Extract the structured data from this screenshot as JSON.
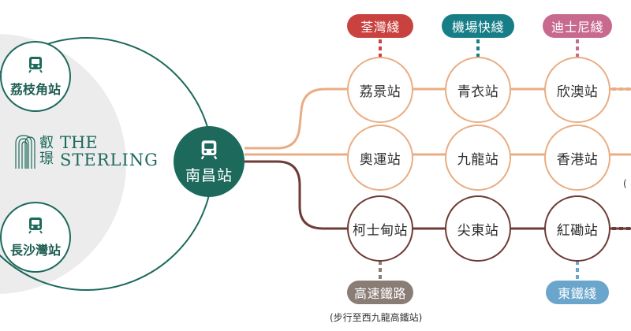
{
  "colors": {
    "green": "#1d6a5c",
    "tsuen_wan_line": "#c9423f",
    "airport_express": "#177e87",
    "disney_line": "#c76a8e",
    "tuen_ma_line": "#6e3b36",
    "east_rail_line": "#6aa6cc",
    "high_speed_rail": "#8a7d76",
    "tung_chung_line": "#e9ad83"
  },
  "icons": {
    "train": "train-icon"
  },
  "development": {
    "cn_line1": "叡",
    "cn_line2": "璟",
    "en_line1": "THE",
    "en_line2": "STERLING"
  },
  "nearby_stations": {
    "top": "荔枝角站",
    "bottom": "長沙灣站"
  },
  "hub_station": "南昌站",
  "rows": [
    {
      "line": "tung_chung",
      "stations": [
        "荔景站",
        "青衣站",
        "欣澳站"
      ]
    },
    {
      "line": "tung_chung",
      "stations": [
        "奧運站",
        "九龍站",
        "香港站"
      ]
    },
    {
      "line": "tuen_ma",
      "stations": [
        "柯士甸站",
        "尖東站",
        "紅磡站"
      ]
    }
  ],
  "interchange_lines": {
    "tsuen_wan": "荃灣綫",
    "airport_express": "機場快綫",
    "disney": "迪士尼綫",
    "high_speed_rail": "高速鐵路",
    "east_rail": "東鐵綫"
  },
  "notes": {
    "high_speed_rail": "(步行至西九龍高鐵站)",
    "kowloon_partial": "("
  }
}
